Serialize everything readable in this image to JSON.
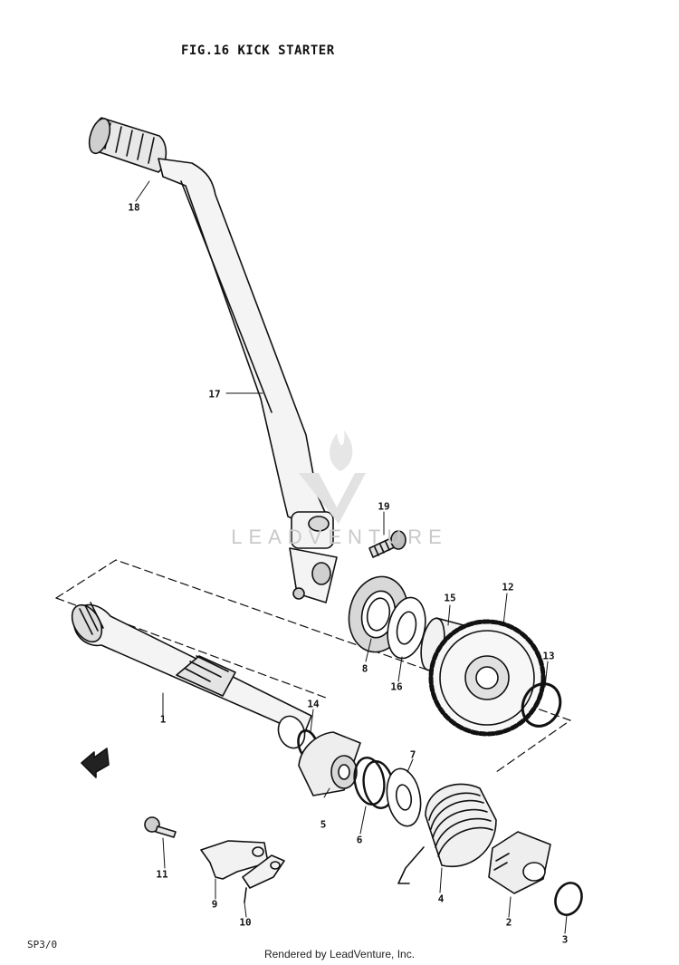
{
  "diagram": {
    "title": "FIG.16  KICK STARTER",
    "parts": [
      {
        "id": "1",
        "label": "1"
      },
      {
        "id": "2",
        "label": "2"
      },
      {
        "id": "3",
        "label": "3"
      },
      {
        "id": "4",
        "label": "4"
      },
      {
        "id": "5",
        "label": "5"
      },
      {
        "id": "6",
        "label": "6"
      },
      {
        "id": "7",
        "label": "7"
      },
      {
        "id": "8",
        "label": "8"
      },
      {
        "id": "9",
        "label": "9"
      },
      {
        "id": "10",
        "label": "10"
      },
      {
        "id": "11",
        "label": "11"
      },
      {
        "id": "12",
        "label": "12"
      },
      {
        "id": "13",
        "label": "13"
      },
      {
        "id": "14",
        "label": "14"
      },
      {
        "id": "15",
        "label": "15"
      },
      {
        "id": "16",
        "label": "16"
      },
      {
        "id": "17",
        "label": "17"
      },
      {
        "id": "18",
        "label": "18"
      },
      {
        "id": "19",
        "label": "19"
      }
    ]
  },
  "watermark": {
    "text": "LEADVENTURE"
  },
  "page_code": "SP3/0",
  "footer": {
    "text": "Rendered by LeadVenture, Inc."
  }
}
